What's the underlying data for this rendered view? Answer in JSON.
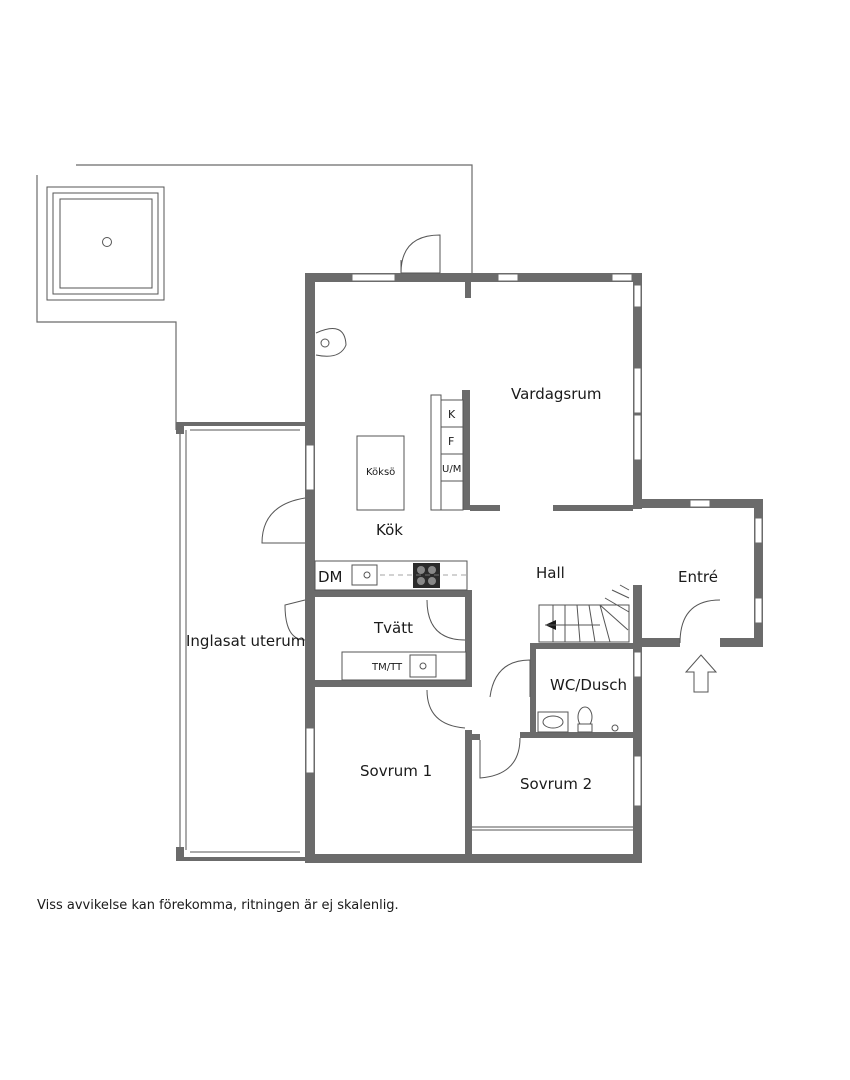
{
  "rooms": {
    "vardagsrum": "Vardagsrum",
    "kok": "Kök",
    "koksö": "Köksö",
    "hall": "Hall",
    "entre": "Entré",
    "tvatt": "Tvätt",
    "uterum": "Inglasat uterum",
    "wc": "WC/Dusch",
    "sovrum1": "Sovrum 1",
    "sovrum2": "Sovrum 2"
  },
  "appliances": {
    "k": "K",
    "f": "F",
    "um": "U/M",
    "dm": "DM",
    "tmtt": "TM/TT"
  },
  "disclaimer": "Viss avvikelse kan förekomma, ritningen är ej skalenlig.",
  "colors": {
    "wall": "#6b6b6b",
    "text": "#1a1a1a"
  }
}
